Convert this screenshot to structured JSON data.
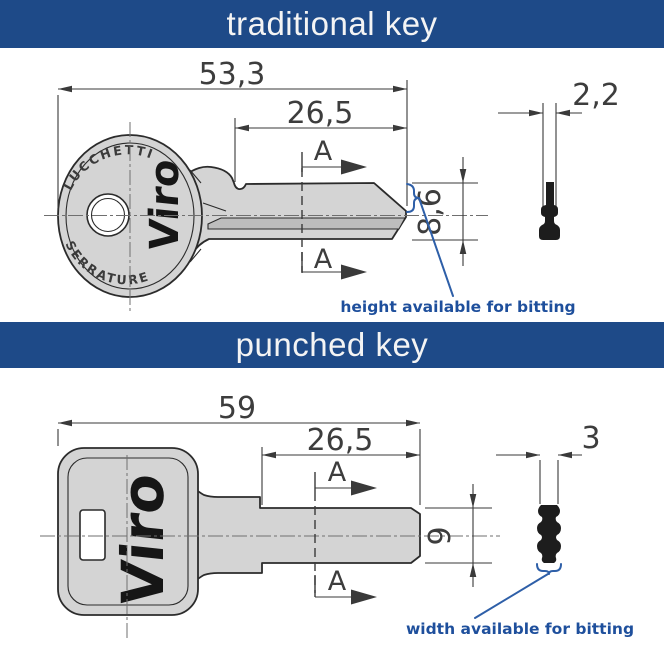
{
  "banners": {
    "traditional": "traditional key",
    "punched": "punched key"
  },
  "traditional": {
    "dim_overall": "53,3",
    "dim_blade": "26,5",
    "dim_height": "8,6",
    "dim_thickness": "2,2",
    "section": "A",
    "engraving_top": "LUCCHETTI",
    "engraving_bottom": "SERRATURE",
    "brand": "Viro",
    "note": "height available for bitting"
  },
  "punched": {
    "dim_overall": "59",
    "dim_blade": "26,5",
    "dim_height": "9",
    "dim_thickness": "3",
    "section": "A",
    "brand": "Viro",
    "note": "width available for bitting"
  },
  "colors": {
    "banner_bg": "#1e4a88",
    "banner_text": "#f4f4f4",
    "note_blue": "#1e4f9c",
    "accent_blue": "#2e5fa8",
    "line": "#3a3a3a",
    "outline": "#2b2b2b",
    "key_fill": "#d4d4d4",
    "groove_fill": "#bdbdbd",
    "profile_fill": "#1d1d1d",
    "background": "#ffffff"
  }
}
